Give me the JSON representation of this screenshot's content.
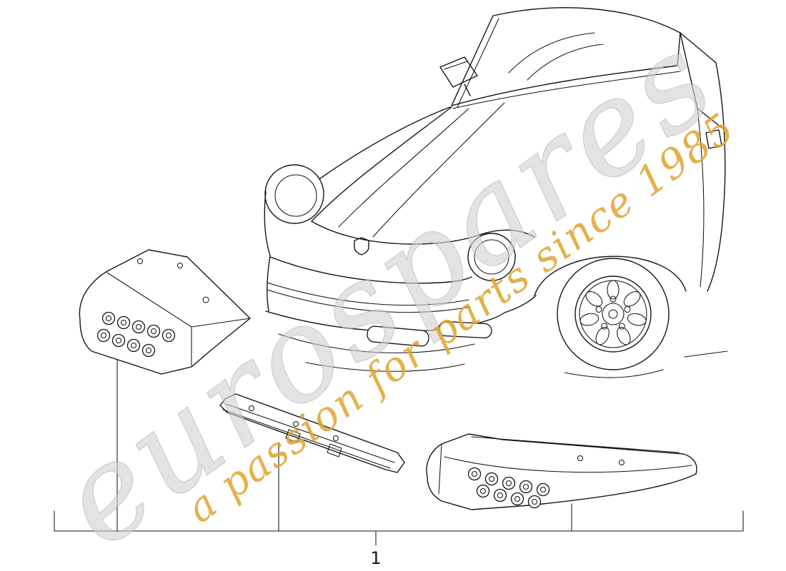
{
  "watermark": {
    "brand": "eurospares",
    "tagline": "a passion for parts since 1985",
    "brand_fill": "#d2d2d2",
    "tagline_fill": "#dfa42e"
  },
  "callout": {
    "part_ref": "1"
  },
  "diagram": {
    "line_color": "#151515",
    "background": "#ffffff"
  }
}
